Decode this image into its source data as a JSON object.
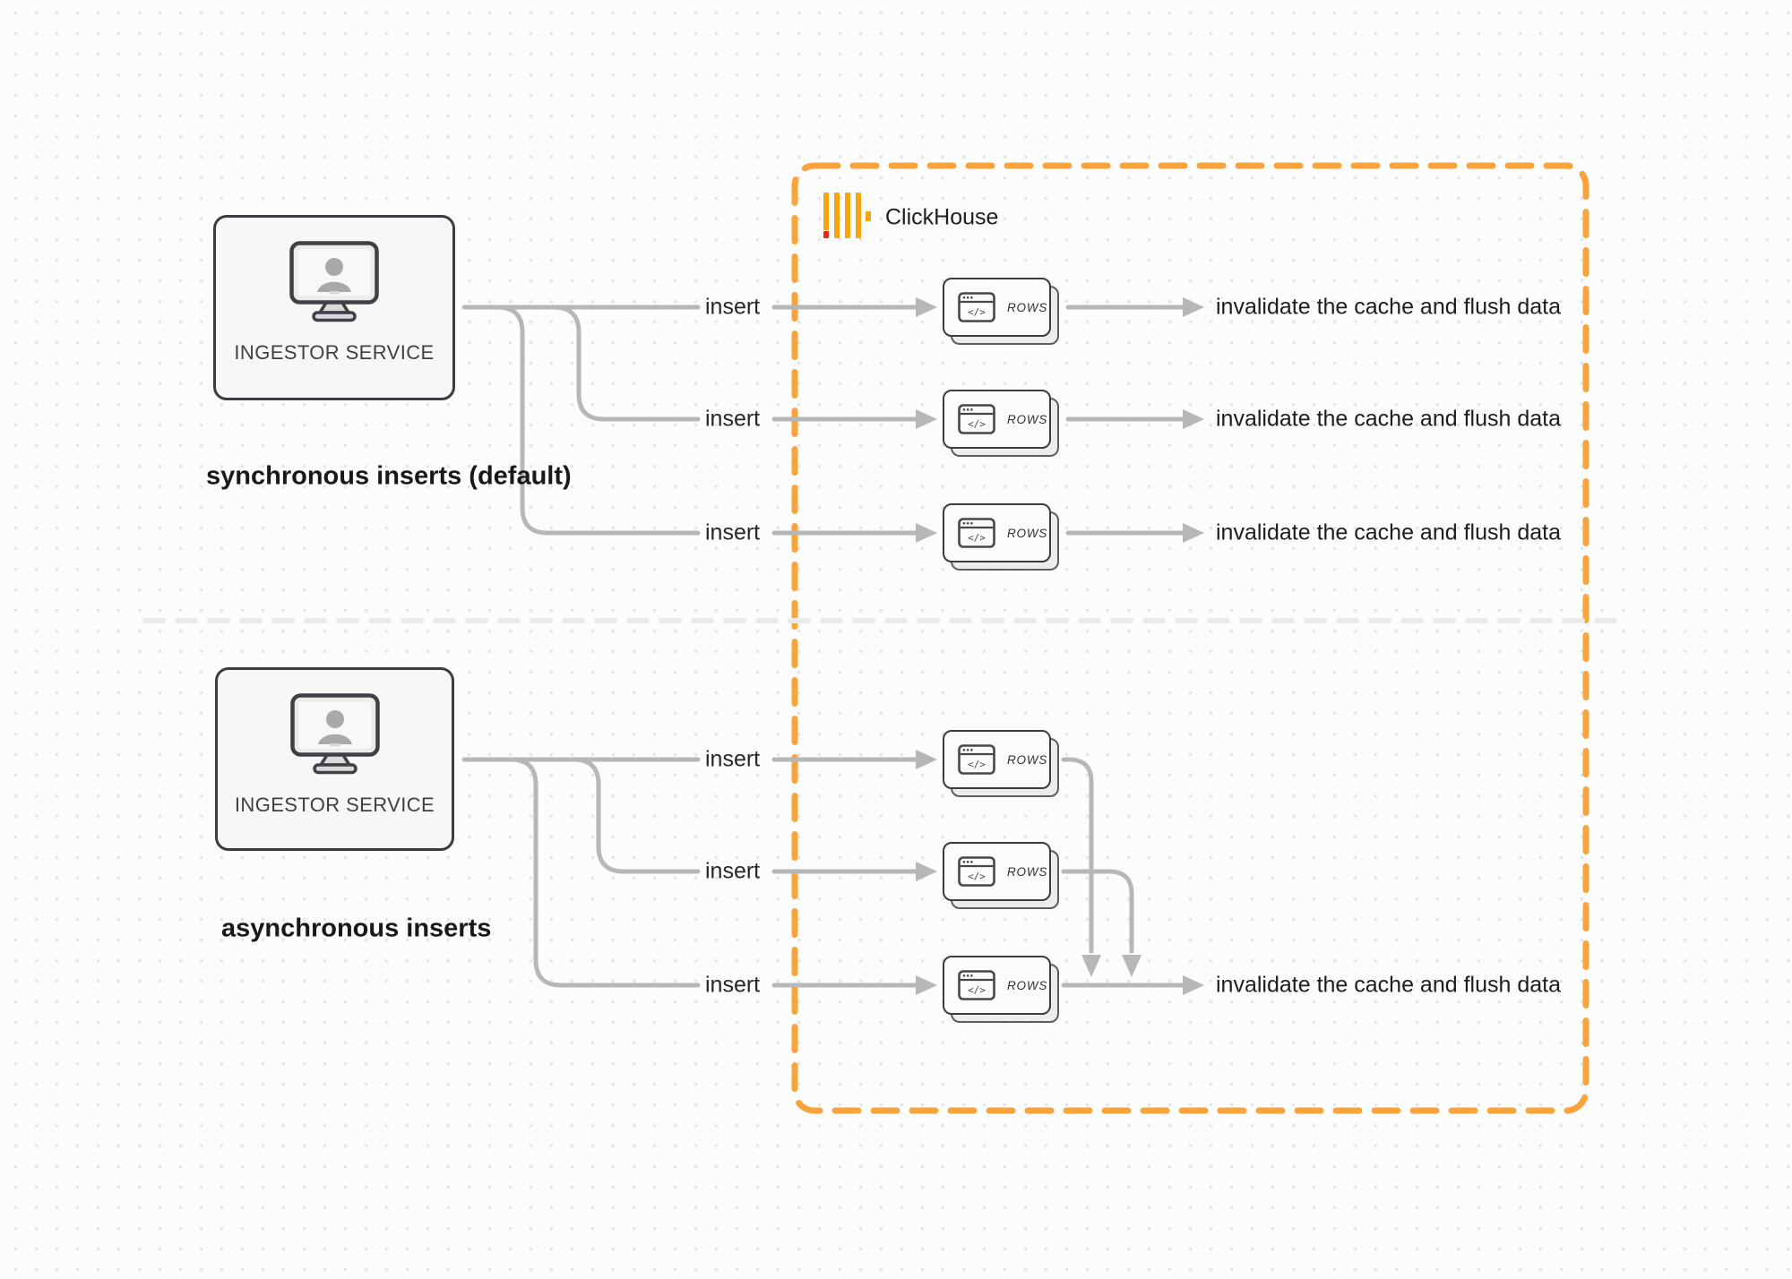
{
  "diagram": {
    "clickhouse_label": "ClickHouse",
    "sync": {
      "section_label": "synchronous inserts (default)",
      "service_label": "INGESTOR SERVICE",
      "rows": [
        {
          "insert": "insert",
          "card": "ROWS",
          "result": "invalidate the cache and flush data"
        },
        {
          "insert": "insert",
          "card": "ROWS",
          "result": "invalidate the cache and flush data"
        },
        {
          "insert": "insert",
          "card": "ROWS",
          "result": "invalidate the cache and flush data"
        }
      ]
    },
    "async": {
      "section_label": "asynchronous inserts",
      "service_label": "INGESTOR SERVICE",
      "rows": [
        {
          "insert": "insert",
          "card": "ROWS"
        },
        {
          "insert": "insert",
          "card": "ROWS"
        },
        {
          "insert": "insert",
          "card": "ROWS",
          "result": "invalidate the cache and flush data"
        }
      ]
    },
    "colors": {
      "accent_orange": "#f8a43c",
      "logo_amber": "#f6a50f",
      "logo_red": "#e2271b",
      "connector_gray": "#b6b7b8",
      "divider_gray": "#e9eaea",
      "box_border_dark": "#393d41"
    }
  }
}
